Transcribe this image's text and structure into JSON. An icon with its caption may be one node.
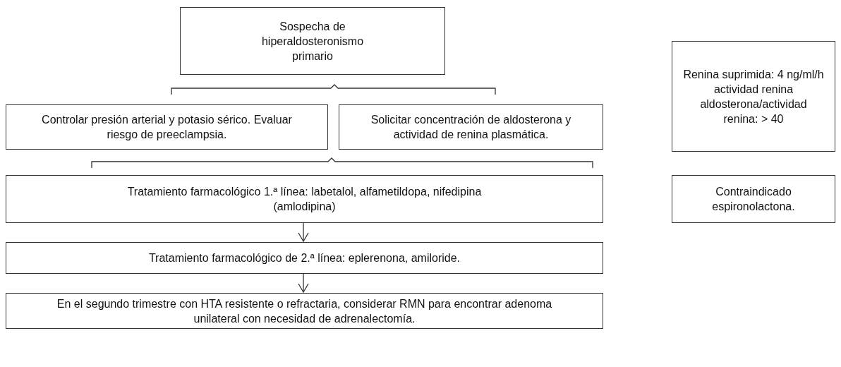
{
  "diagram": {
    "nodes": [
      {
        "text": [
          "Sospecha de hiperaldosteronismo primario"
        ]
      },
      {
        "text": [
          "Renina suprimida: 4 ng/ml/h actividad renina aldosterona/actividad renina: > 40"
        ]
      },
      {
        "text": [
          "Controlar presión arterial y potasio sérico. Evaluar riesgo de preeclampsia."
        ]
      },
      {
        "text": [
          "Solicitar concentración de aldosterona y actividad de renina plasmática."
        ]
      },
      {
        "text": [
          "Tratamiento farmacológico 1.ª línea: labetalol, alfametildopa, nifedipina (amlodipina)"
        ]
      },
      {
        "text": [
          "Contraindicado espironolactona."
        ]
      },
      {
        "text": [
          "Tratamiento farmacológico de 2.ª línea: eplerenona, amiloride."
        ]
      },
      {
        "text": [
          "En el segundo trimestre con HTA resistente o refractaria, considerar RMN para encontrar adenoma unilateral con necesidad de adrenalectomía."
        ]
      }
    ],
    "edges": [
      {
        "from": 4,
        "to": 6,
        "arrow": "to"
      },
      {
        "from": 6,
        "to": 7,
        "arrow": "to"
      }
    ]
  }
}
